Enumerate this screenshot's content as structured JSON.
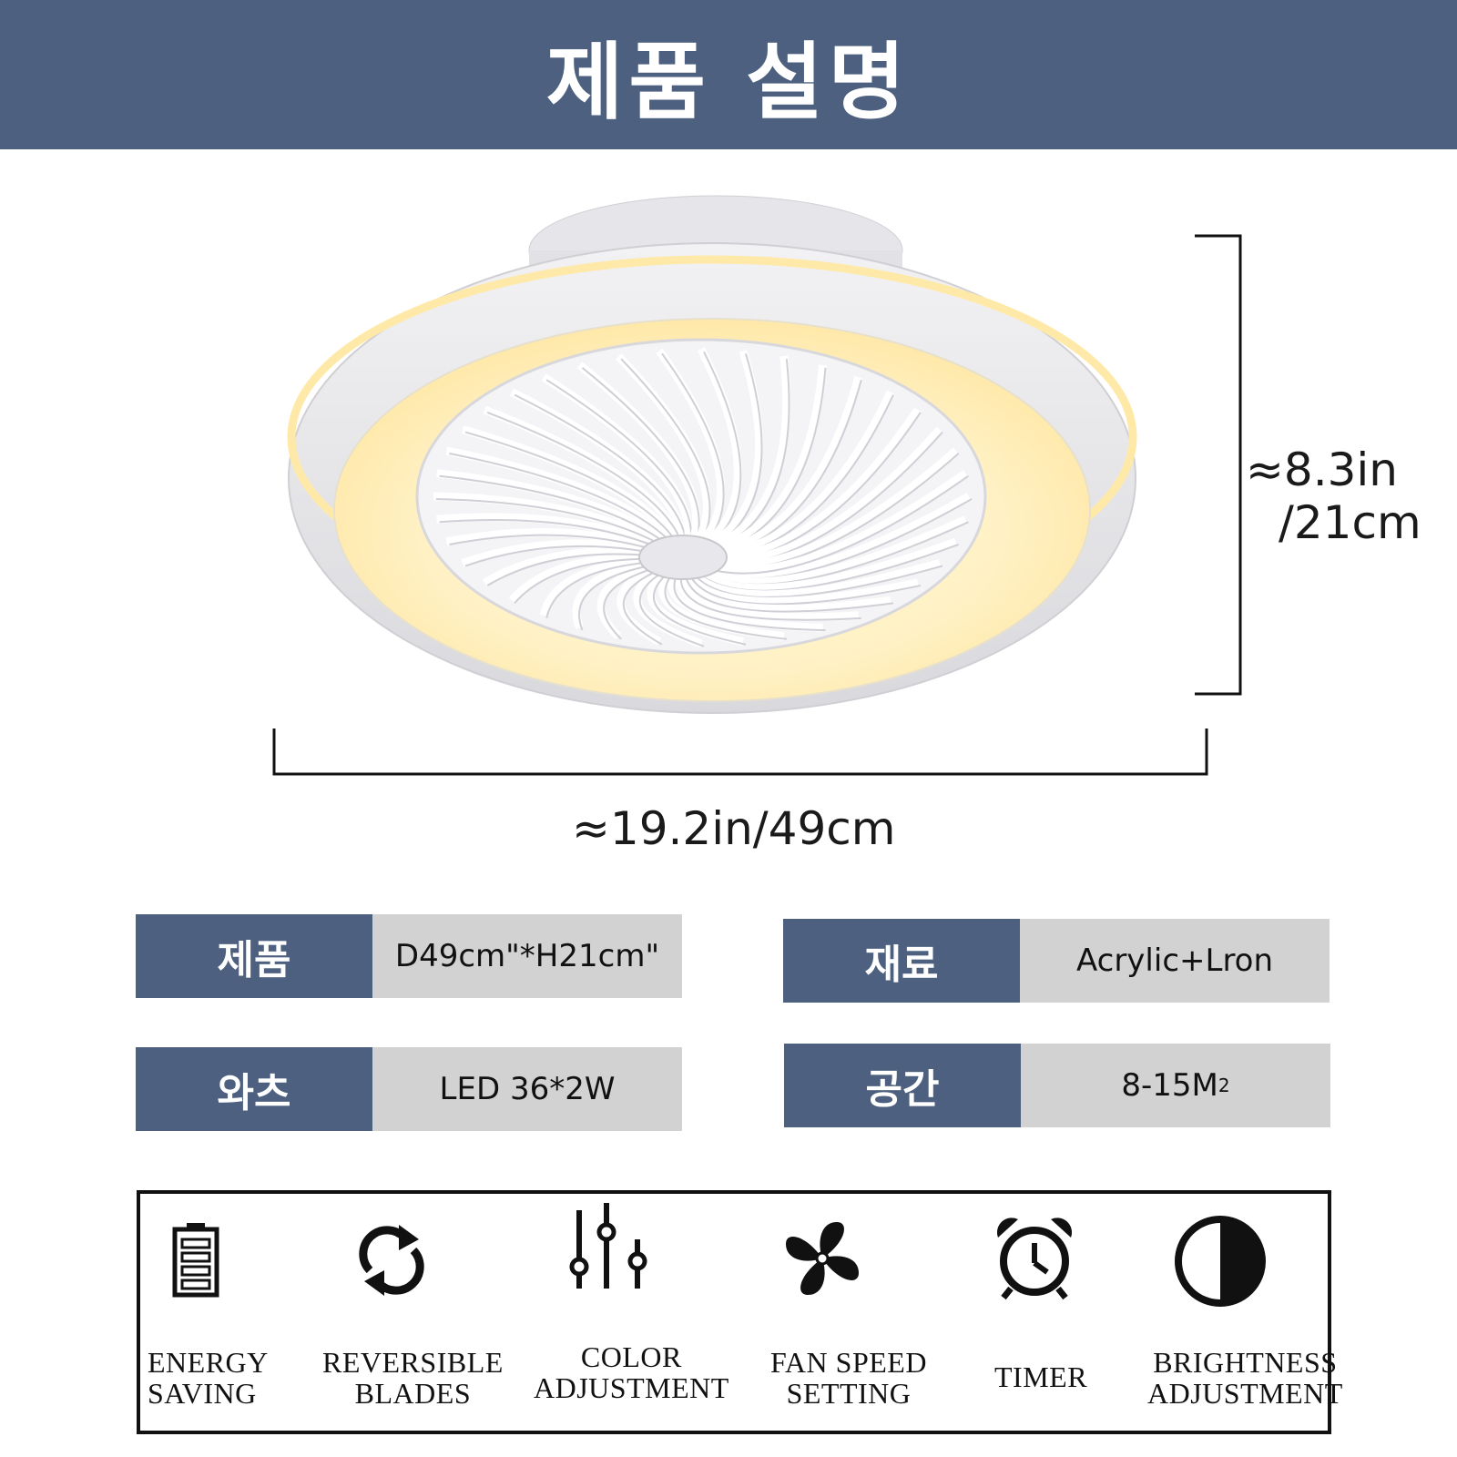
{
  "header": {
    "title": "제품 설명"
  },
  "dimensions": {
    "height_line1": "≈8.3in",
    "height_line2": "/21cm",
    "width": "≈19.2in/49cm"
  },
  "specs": [
    {
      "label": "제품",
      "value": "D49cm\"*H21cm\""
    },
    {
      "label": "재료",
      "value": "Acrylic+Lron"
    },
    {
      "label": "와츠",
      "value": "LED 36*2W"
    },
    {
      "label": "공간",
      "value": "8-15M",
      "value_sup": "2"
    }
  ],
  "features": [
    {
      "icon": "battery-icon",
      "label": "ENERGY\nSAVING"
    },
    {
      "icon": "reverse-arrows-icon",
      "label": "REVERSIBLE\nBLADES"
    },
    {
      "icon": "sliders-icon",
      "label": "COLOR\nADJUSTMENT"
    },
    {
      "icon": "fan-icon",
      "label": "FAN SPEED\nSETTING"
    },
    {
      "icon": "alarm-clock-icon",
      "label": "TIMER"
    },
    {
      "icon": "half-circle-icon",
      "label": "BRIGHTNESS\nADJUSTMENT"
    }
  ],
  "colors": {
    "header_bg": "#4d6080",
    "label_bg": "#4d6080",
    "value_bg": "#d2d2d2",
    "glow": "#fff4cc"
  }
}
